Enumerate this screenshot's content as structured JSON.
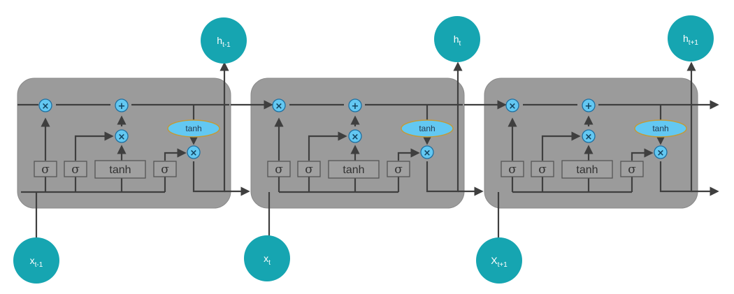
{
  "cells": [
    {
      "gates": [
        "σ",
        "σ",
        "tanh",
        "σ"
      ],
      "pointwise_ops": {
        "forget": "×",
        "add": "+",
        "input": "×",
        "output": "×"
      },
      "cell_activation": "tanh",
      "input": {
        "main": "x",
        "sub": "t-1"
      },
      "output": {
        "main": "h",
        "sub": "t-1"
      }
    },
    {
      "gates": [
        "σ",
        "σ",
        "tanh",
        "σ"
      ],
      "pointwise_ops": {
        "forget": "×",
        "add": "+",
        "input": "×",
        "output": "×"
      },
      "cell_activation": "tanh",
      "input": {
        "main": "x",
        "sub": "t"
      },
      "output": {
        "main": "h",
        "sub": "t"
      }
    },
    {
      "gates": [
        "σ",
        "σ",
        "tanh",
        "σ"
      ],
      "pointwise_ops": {
        "forget": "×",
        "add": "+",
        "input": "×",
        "output": "×"
      },
      "cell_activation": "tanh",
      "input": {
        "main": "X",
        "sub": "t+1"
      },
      "output": {
        "main": "h",
        "sub": "t+1"
      }
    }
  ],
  "colors": {
    "cell": "#9b9b9b",
    "line": "#3f3f3f",
    "operator": "#63c8f2",
    "node": "#16a5b1"
  }
}
